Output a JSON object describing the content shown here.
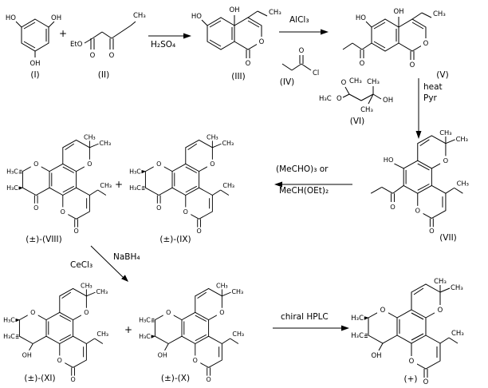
{
  "atoms": {
    "O": "O",
    "HO": "HO",
    "OH": "OH",
    "CH3": "CH₃",
    "H3C": "H₃C",
    "EtO": "EtO",
    "Cl": "Cl"
  },
  "labels": {
    "I": "(I)",
    "II": "(II)",
    "III": "(III)",
    "IV": "(IV)",
    "V": "(V)",
    "VI": "(VI)",
    "VII": "(VII)",
    "VIII": "(±)-(VIII)",
    "IX": "(±)-(IX)",
    "X": "(±)-(X)",
    "XI": "(±)-(XI)",
    "final": "(+)"
  },
  "reagents": {
    "s1": "H₂SO₄",
    "s2": "AlCl₃",
    "s3a": "heat",
    "s3b": "Pyr",
    "s4a": "(MeCHO)₃ or",
    "s4b": "MeCH(OEt)₂",
    "s5a": "CeCl₃",
    "s5b": "NaBH₄",
    "s6": "chiral HPLC"
  },
  "plus": "+"
}
